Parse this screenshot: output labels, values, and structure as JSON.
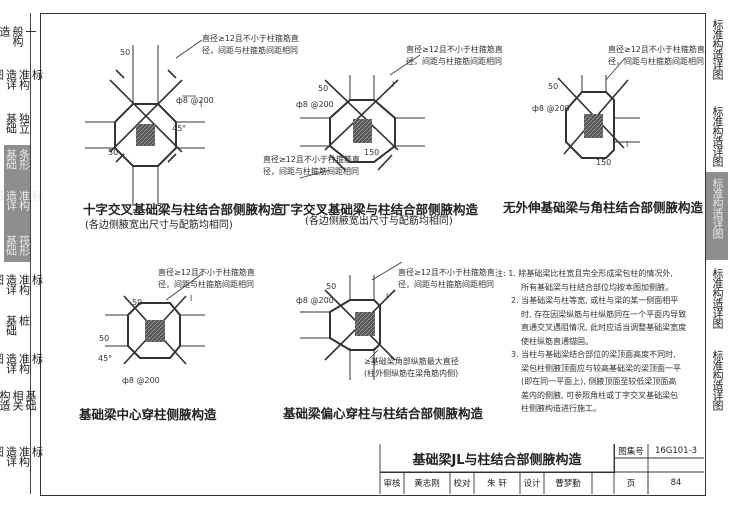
{
  "left_tabs": [
    {
      "lines": [
        "一",
        "般构",
        "造"
      ],
      "shaded": false
    },
    {
      "lines": [
        "标",
        "准构",
        "造详",
        "图"
      ],
      "shaded": false
    },
    {
      "lines": [
        "独立",
        "基础"
      ],
      "shaded": false
    },
    {
      "lines": [
        "条形",
        "基础"
      ],
      "shaded": true
    },
    {
      "lines": [
        "标",
        "准构",
        "造详",
        "图"
      ],
      "shaded": true
    },
    {
      "lines": [
        "筏形",
        "基础"
      ],
      "shaded": true
    },
    {
      "lines": [
        "标",
        "准构",
        "造详",
        "图"
      ],
      "shaded": false
    },
    {
      "lines": [
        "桩",
        "基础"
      ],
      "shaded": false
    },
    {
      "lines": [
        "标",
        "准构",
        "造详",
        "图"
      ],
      "shaded": false
    },
    {
      "lines": [
        "基础",
        "相关",
        "构造"
      ],
      "shaded": false
    },
    {
      "lines": [
        "标",
        "准构",
        "造详",
        "图"
      ],
      "shaded": false
    }
  ],
  "right_tabs": [
    "标准构造详图",
    "标准构造详图",
    "标准构造详图",
    "标准构造详图",
    "标准构造详图"
  ],
  "figures": {
    "cross": {
      "caption": "十字交叉基础梁与柱结合部侧腋构造",
      "subcaption": "(各边侧腋宽出尺寸与配筋均相同)",
      "note1": "直径≥12且不小于柱箍筋直",
      "note2": "径，间距与柱箍筋间距相同",
      "stirrup": "ф8 @200",
      "dim50": "50",
      "angle": "45°",
      "la": "l"
    },
    "tee": {
      "caption": "丁字交叉基础梁与柱结合部侧腋构造",
      "subcaption": "(各边侧腋宽出尺寸与配筋均相同)",
      "note1": "直径≥12且不小于柱箍筋直",
      "note2": "径，间距与柱箍筋间距相同",
      "note3": "直径≥12且不小于柱箍筋直",
      "note4": "径，间距与柱箍筋间距相同",
      "stirrup": "ф8 @200",
      "dim50": "50",
      "dim150": "150",
      "la": "l"
    },
    "corner": {
      "caption": "无外伸基础梁与角柱结合部侧腋构造",
      "note1": "直径≥12且不小于柱箍筋直",
      "note2": "径，间距与柱箍筋间距相同",
      "stirrup": "ф8 @200",
      "dim50": "50",
      "dim150": "150",
      "la": "l"
    },
    "center": {
      "caption": "基础梁中心穿柱侧腋构造",
      "note1": "直径≥12且不小于柱箍筋直",
      "note2": "径，间距与柱箍筋间距相同",
      "stirrup": "ф8 @200",
      "dim50": "50",
      "angle": "45°",
      "la": "l"
    },
    "eccentric": {
      "caption": "基础梁偏心穿柱与柱结合部侧腋构造",
      "note1": "直径≥12且不小于柱箍筋直",
      "note2": "径，间距与柱箍筋间距相同",
      "note3": "≥基础梁角部纵筋最大直径",
      "note4": "(柱外侧纵筋在梁角筋内侧)",
      "stirrup": "ф8 @200",
      "dim50": "50",
      "la": "l"
    }
  },
  "notes": [
    "注: 1. 除基础梁比柱宽且完全形成梁包柱的情况外,",
    "所有基础梁与柱结合部位均按本图加侧腋。",
    "2. 当基础梁与柱等宽, 或柱与梁的某一侧面相平",
    "时, 存在因梁纵筋与柱纵筋同在一个平面内导致",
    "直通交叉遇阻情况, 此时应适当调整基础梁宽度",
    "使柱纵筋直通锚固。",
    "3. 当柱与基础梁结合部位的梁顶面高度不同时,",
    "梁包柱侧腋顶面应与较高基础梁的梁顶面一平",
    "(即在同一平面上), 侧腋顶面至较低梁顶面高",
    "差内的侧腋, 可参照角柱或丁字交叉基础梁包",
    "柱侧腋构造进行施工。"
  ],
  "title_block": {
    "title": "基础梁JL与柱结合部侧腋构造",
    "atlas_label": "图集号",
    "atlas_no": "16G101-3",
    "review_label": "审核",
    "reviewer": "黄志刚",
    "check_label": "校对",
    "checker": "朱 轩",
    "design_label": "设计",
    "designer": "曹梦勤",
    "page_label": "页",
    "page_no": "84"
  }
}
